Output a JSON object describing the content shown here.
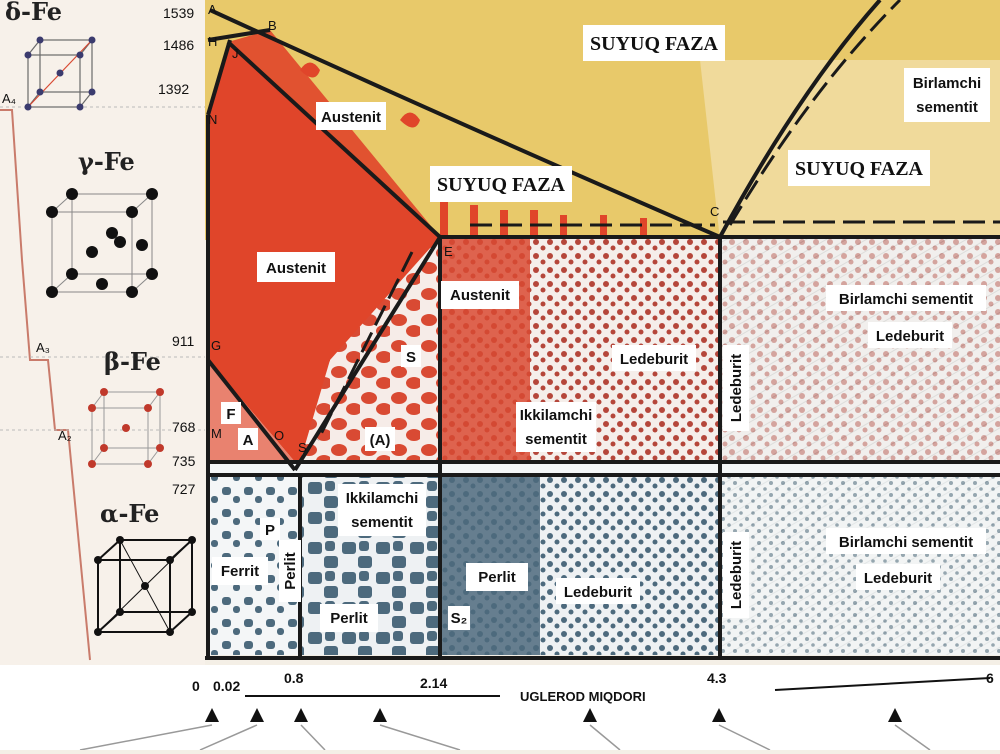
{
  "iron_forms": [
    "δ-Fe",
    "γ-Fe",
    "β-Fe",
    "α-Fe"
  ],
  "temperatures": [
    "1539",
    "1486",
    "1392",
    "911",
    "768",
    "735",
    "727"
  ],
  "carbon_ticks": [
    "0",
    "0.02",
    "0.8",
    "2.14",
    "4.3",
    "6"
  ],
  "axis_title": "UGLEROD MIQDORI",
  "points": [
    "A",
    "B",
    "J",
    "H",
    "N",
    "C",
    "E",
    "G",
    "F",
    "M",
    "O",
    "S",
    "P",
    "A₄",
    "A₃",
    "A₂"
  ],
  "labels": {
    "liquid_top": "SUYUQ FAZA",
    "liquid_mid": "SUYUQ FAZA",
    "liquid_right": "SUYUQ FAZA",
    "austenite_upper": "Austenit",
    "austenite_main": "Austenit",
    "austenite_e": "Austenit",
    "primary_cementite_1": "Birlamchi",
    "primary_cementite_2": "sementit",
    "primary_cem_ledeb_1": "Birlamchi sementit",
    "primary_cem_ledeb_2": "Ledeburit",
    "ledeburit_upper": "Ledeburit",
    "secondary_cem_upper_1": "Ikkilamchi",
    "secondary_cem_upper_2": "sementit",
    "ledeburit_vertical_upper": "Ledeburit",
    "f_small": "F",
    "a_small": "A",
    "s_small": "S",
    "a_paren": "(A)",
    "secondary_cem_lower_1": "Ikkilamchi",
    "secondary_cem_lower_2": "sementit",
    "ferrit": "Ferrit",
    "p_small": "P",
    "perlit_vertical": "Perlit",
    "perlit_lower": "Perlit",
    "perlit_e": "Perlit",
    "s2": "S₂",
    "ledeburit_lower": "Ledeburit",
    "ledeburit_vertical_lower": "Ledeburit",
    "primary_cem_lower_1": "Birlamchi sementit",
    "primary_cem_lower_2": "Ledeburit"
  },
  "colors": {
    "liquid": "#e8c96a",
    "austenite": "#e0452a",
    "pearlite": "#4d6a7d",
    "background": "#f4efe6",
    "line": "#1a1a1a"
  }
}
